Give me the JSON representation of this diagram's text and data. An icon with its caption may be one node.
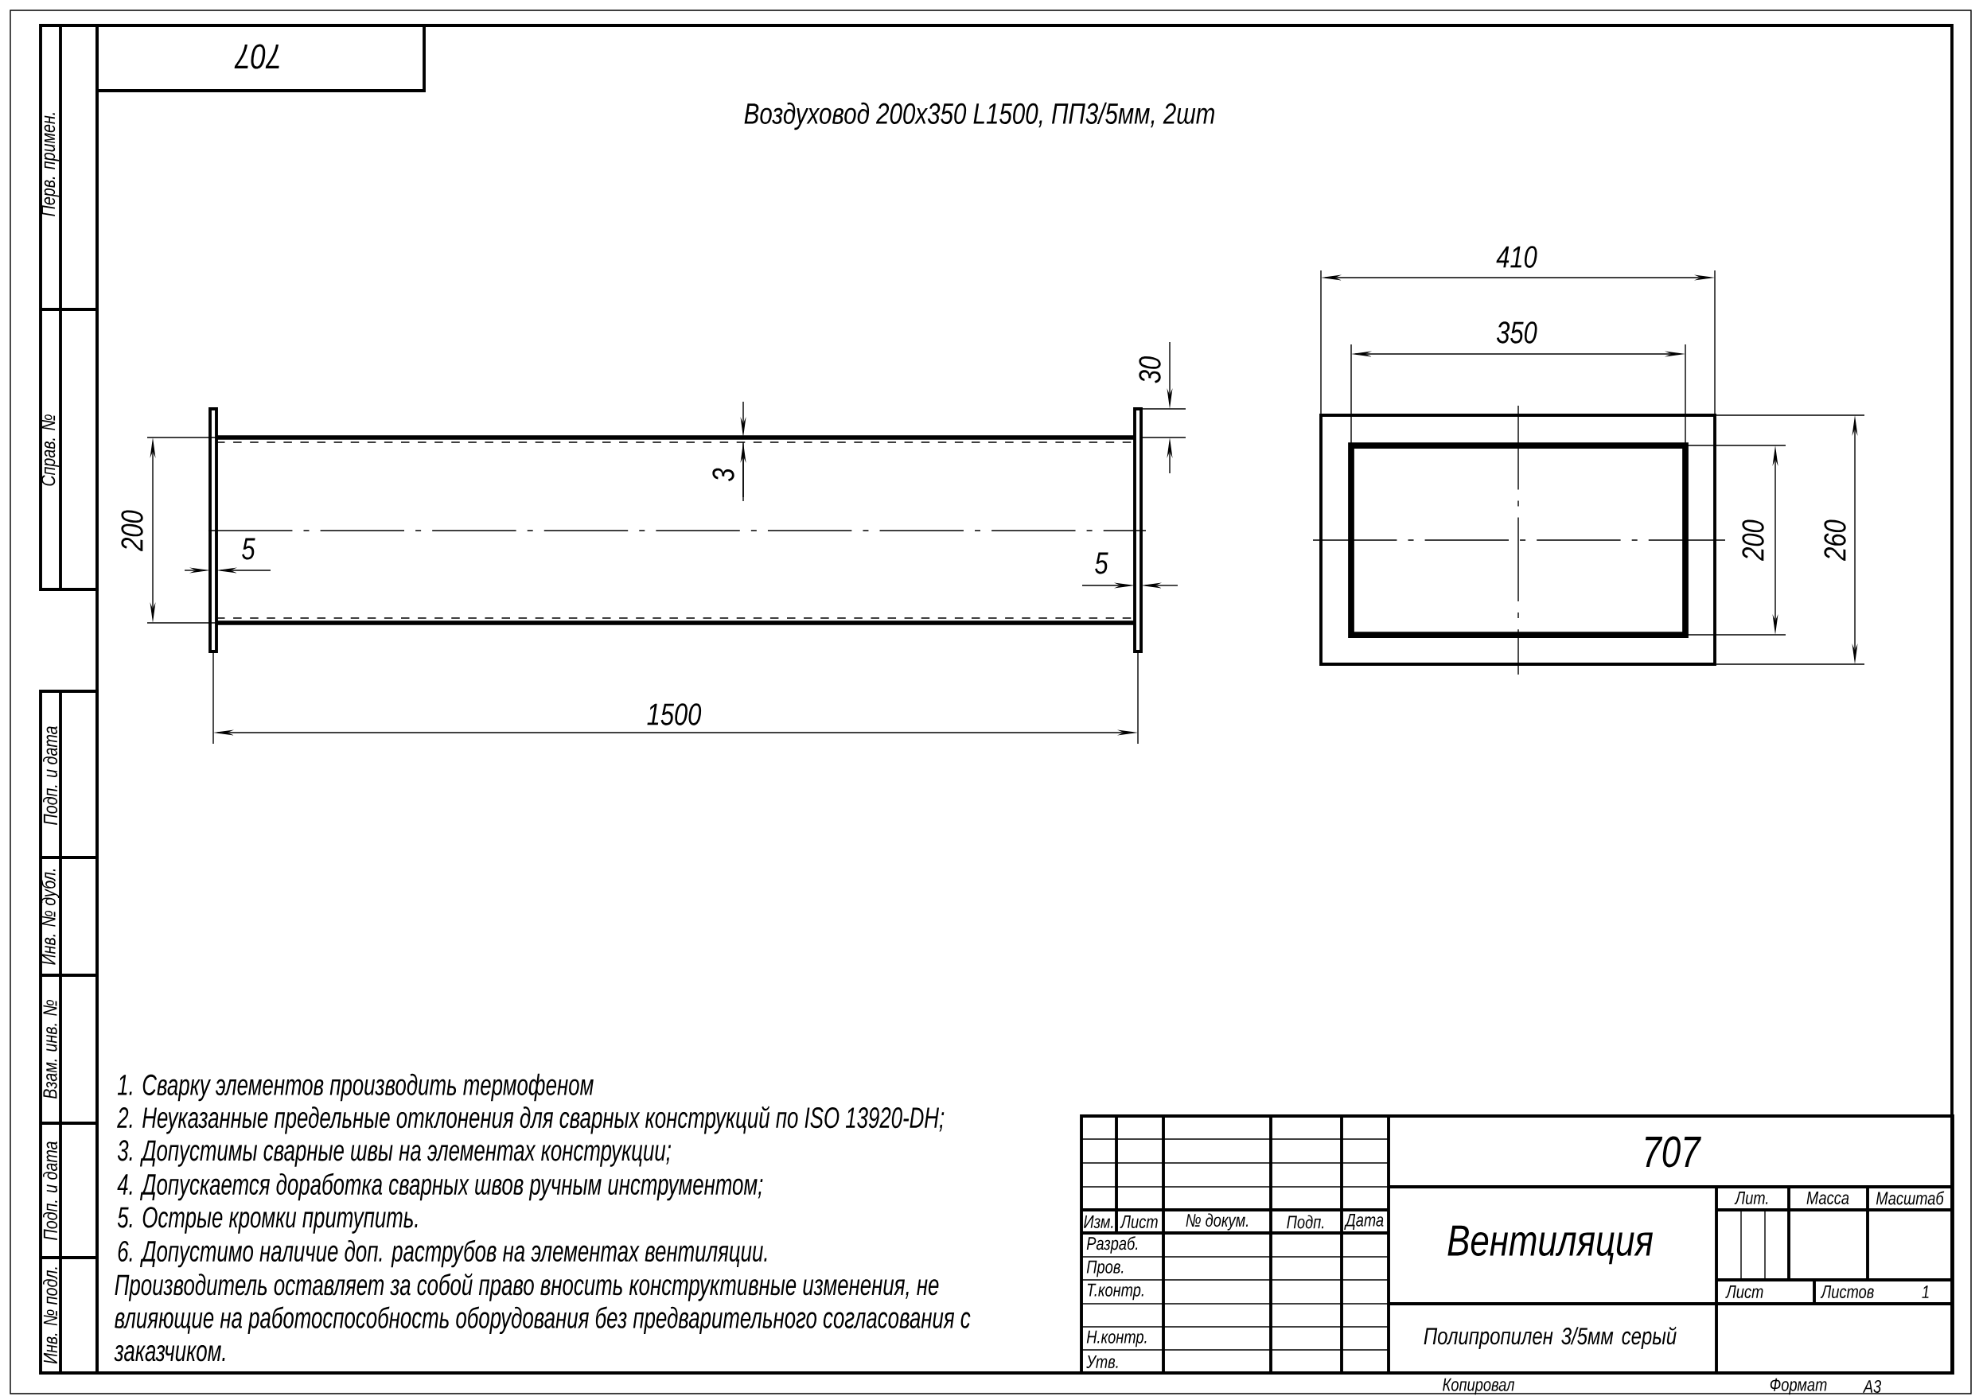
{
  "diagram": {
    "title": "Воздуховод 200х350 L1500, ПП3/5мм, 2шт",
    "labels": [
      "707",
      "Перв. примен.",
      "Справ. №",
      "Подп. и дата",
      "Инв. № дубл.",
      "Взам. инв. №",
      "Подп. и дата",
      "Инв. № подл.",
      "30",
      "3",
      "200",
      "5",
      "5",
      "1500",
      "410",
      "350",
      "200",
      "260",
      "1. Сварку элементов производить термофеном",
      "2. Неуказанные предельные отклонения для сварных конструкций по ISO 13920-DH;",
      "3. Допустимы сварные швы на элементах конструкции;",
      "4. Допускается доработка сварных швов ручным инструментом;",
      "5. Острые кромки притупить.",
      "6. Допустимо наличие доп. раструбов на элементах вентиляции.",
      "Производитель оставляет за собой право вносить конструктивные изменения, не влияющие на работоспособность оборудования без предварительного согласования с заказчиком.",
      "707",
      "Изм.",
      "Лист",
      "№ докум.",
      "Подп.",
      "Дата",
      "Разраб.",
      "Пров.",
      "Т.контр.",
      "Н.контр.",
      "Утв.",
      "Вентиляция",
      "Лит.",
      "Масса",
      "Масштаб",
      "Лист",
      "Листов",
      "1",
      "Полипропилен 3/5мм серый",
      "Копировал",
      "Формат",
      "А3"
    ]
  }
}
